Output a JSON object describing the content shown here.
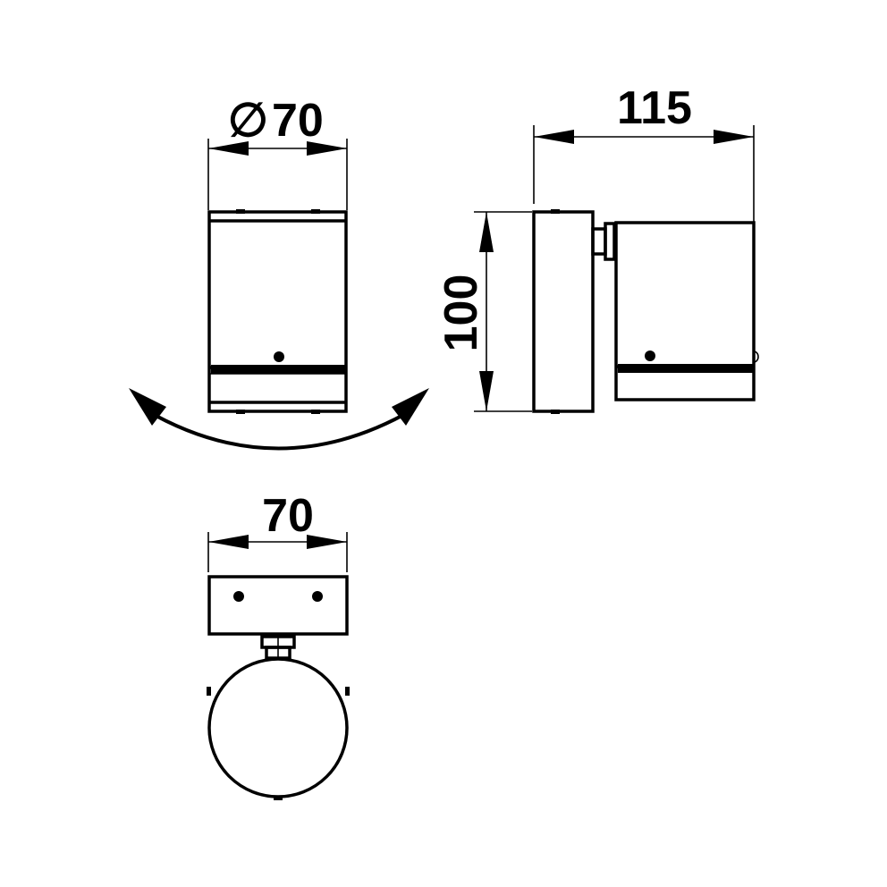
{
  "dimensions": {
    "diameter_symbol": "∅",
    "front_width": "70",
    "side_depth": "115",
    "side_height": "100",
    "bottom_width": "70"
  },
  "colors": {
    "line": "#000000",
    "background": "#ffffff"
  },
  "icons": {
    "rotation_indicator": "double-headed-curved-arrow-icon"
  }
}
